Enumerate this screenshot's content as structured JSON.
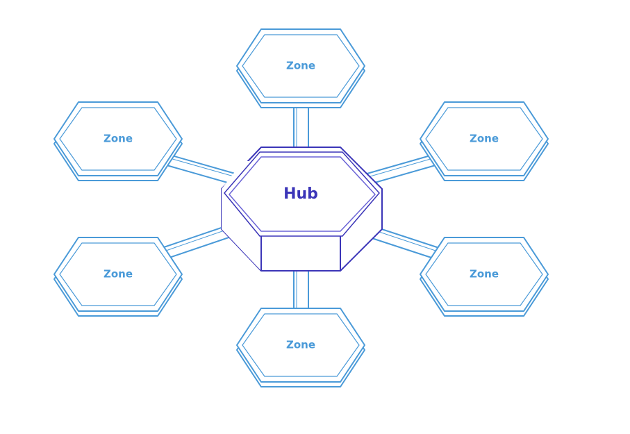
{
  "hub": {
    "label": "Hub",
    "color": "#3b35b8",
    "inner_color": "#6a63d6"
  },
  "zone_color": "#4a9ad8",
  "zones": [
    {
      "id": "top",
      "label": "Zone"
    },
    {
      "id": "upper-left",
      "label": "Zone"
    },
    {
      "id": "upper-right",
      "label": "Zone"
    },
    {
      "id": "lower-left",
      "label": "Zone"
    },
    {
      "id": "lower-right",
      "label": "Zone"
    },
    {
      "id": "bottom",
      "label": "Zone"
    }
  ]
}
